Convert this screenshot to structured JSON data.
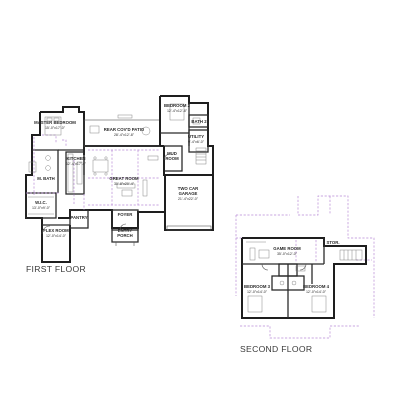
{
  "floors": {
    "first": {
      "title": "FIRST FLOOR",
      "rooms": {
        "master_bedroom": {
          "name": "MASTER BEDROOM",
          "dim": "15'-0\"x17'-0\""
        },
        "rear_covd_patio": {
          "name": "REAR COV'D PATIO",
          "dim": "28'-4\"x12'-8\""
        },
        "bedroom_2": {
          "name": "BEDROOM 2",
          "dim": "12'-4\"x12'-8\""
        },
        "bath_2": {
          "name": "BATH 2",
          "dim": ""
        },
        "utility": {
          "name": "UTILITY",
          "dim": "9'-4\"x6'-0\""
        },
        "mud_room": {
          "name": "MUD ROOM",
          "dim": ""
        },
        "kitchen": {
          "name": "KITCHEN",
          "dim": "12'-4\"x17'-4\""
        },
        "great_room": {
          "name": "GREAT ROOM",
          "dim": "30'-8\"x20'-4\""
        },
        "two_car_garage": {
          "name": "TWO CAR GARAGE",
          "dim": "21'-4\"x22'-0\""
        },
        "m_bath": {
          "name": "M. BATH",
          "dim": ""
        },
        "wic": {
          "name": "W.I.C.",
          "dim": "13'-0\"x9'-0\""
        },
        "pantry": {
          "name": "PANTRY",
          "dim": ""
        },
        "foyer": {
          "name": "FOYER",
          "dim": ""
        },
        "entry_porch": {
          "name": "ENTRY PORCH",
          "dim": ""
        },
        "flex_room": {
          "name": "FLEX ROOM",
          "dim": "12'-0\"x14'-0\""
        }
      }
    },
    "second": {
      "title": "SECOND FLOOR",
      "rooms": {
        "game_room": {
          "name": "GAME ROOM",
          "dim": "35'-0\"x12'-0\""
        },
        "stor": {
          "name": "STOR.",
          "dim": ""
        },
        "bedroom_3": {
          "name": "BEDROOM 3",
          "dim": "12'-0\"x14'-0\""
        },
        "bedroom_4": {
          "name": "BEDROOM 4",
          "dim": "12'-0\"x14'-0\""
        }
      }
    }
  },
  "colors": {
    "walls": "#222222",
    "overhead_dashed": "#b88ad6",
    "labels": "#2a2a2a"
  }
}
